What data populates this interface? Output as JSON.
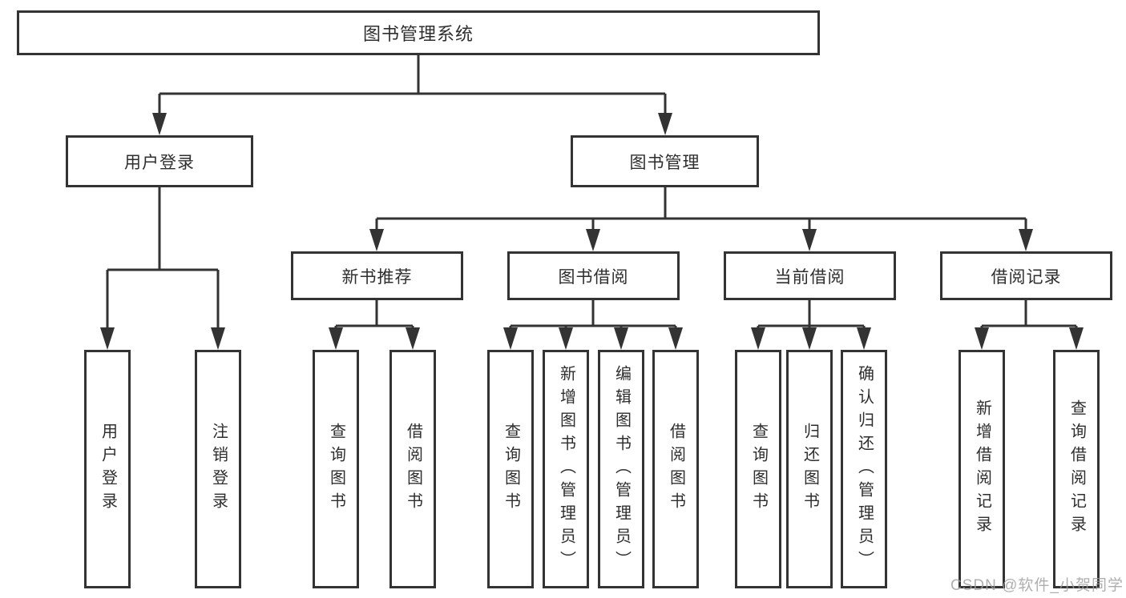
{
  "diagram_type": "functional-structure-tree",
  "colors": {
    "line": "#333333",
    "border": "#333333",
    "text": "#2e2e2e",
    "watermark": "#9e9e9e",
    "background": "#ffffff"
  },
  "tree": {
    "label": "图书管理系统",
    "children": [
      {
        "label": "用户登录",
        "children": [
          {
            "label": "用户登录"
          },
          {
            "label": "注销登录"
          }
        ]
      },
      {
        "label": "图书管理",
        "children": [
          {
            "label": "新书推荐",
            "children": [
              {
                "label": "查询图书"
              },
              {
                "label": "借阅图书"
              }
            ]
          },
          {
            "label": "图书借阅",
            "children": [
              {
                "label": "查询图书"
              },
              {
                "label": "新增图书（管理员）"
              },
              {
                "label": "编辑图书（管理员）"
              },
              {
                "label": "借阅图书"
              }
            ]
          },
          {
            "label": "当前借阅",
            "children": [
              {
                "label": "查询图书"
              },
              {
                "label": "归还图书"
              },
              {
                "label": "确认归还（管理员）"
              }
            ]
          },
          {
            "label": "借阅记录",
            "children": [
              {
                "label": "新增借阅记录"
              },
              {
                "label": "查询借阅记录"
              }
            ]
          }
        ]
      }
    ]
  },
  "watermark": {
    "text": "CSDN @软件_小贺同学"
  }
}
